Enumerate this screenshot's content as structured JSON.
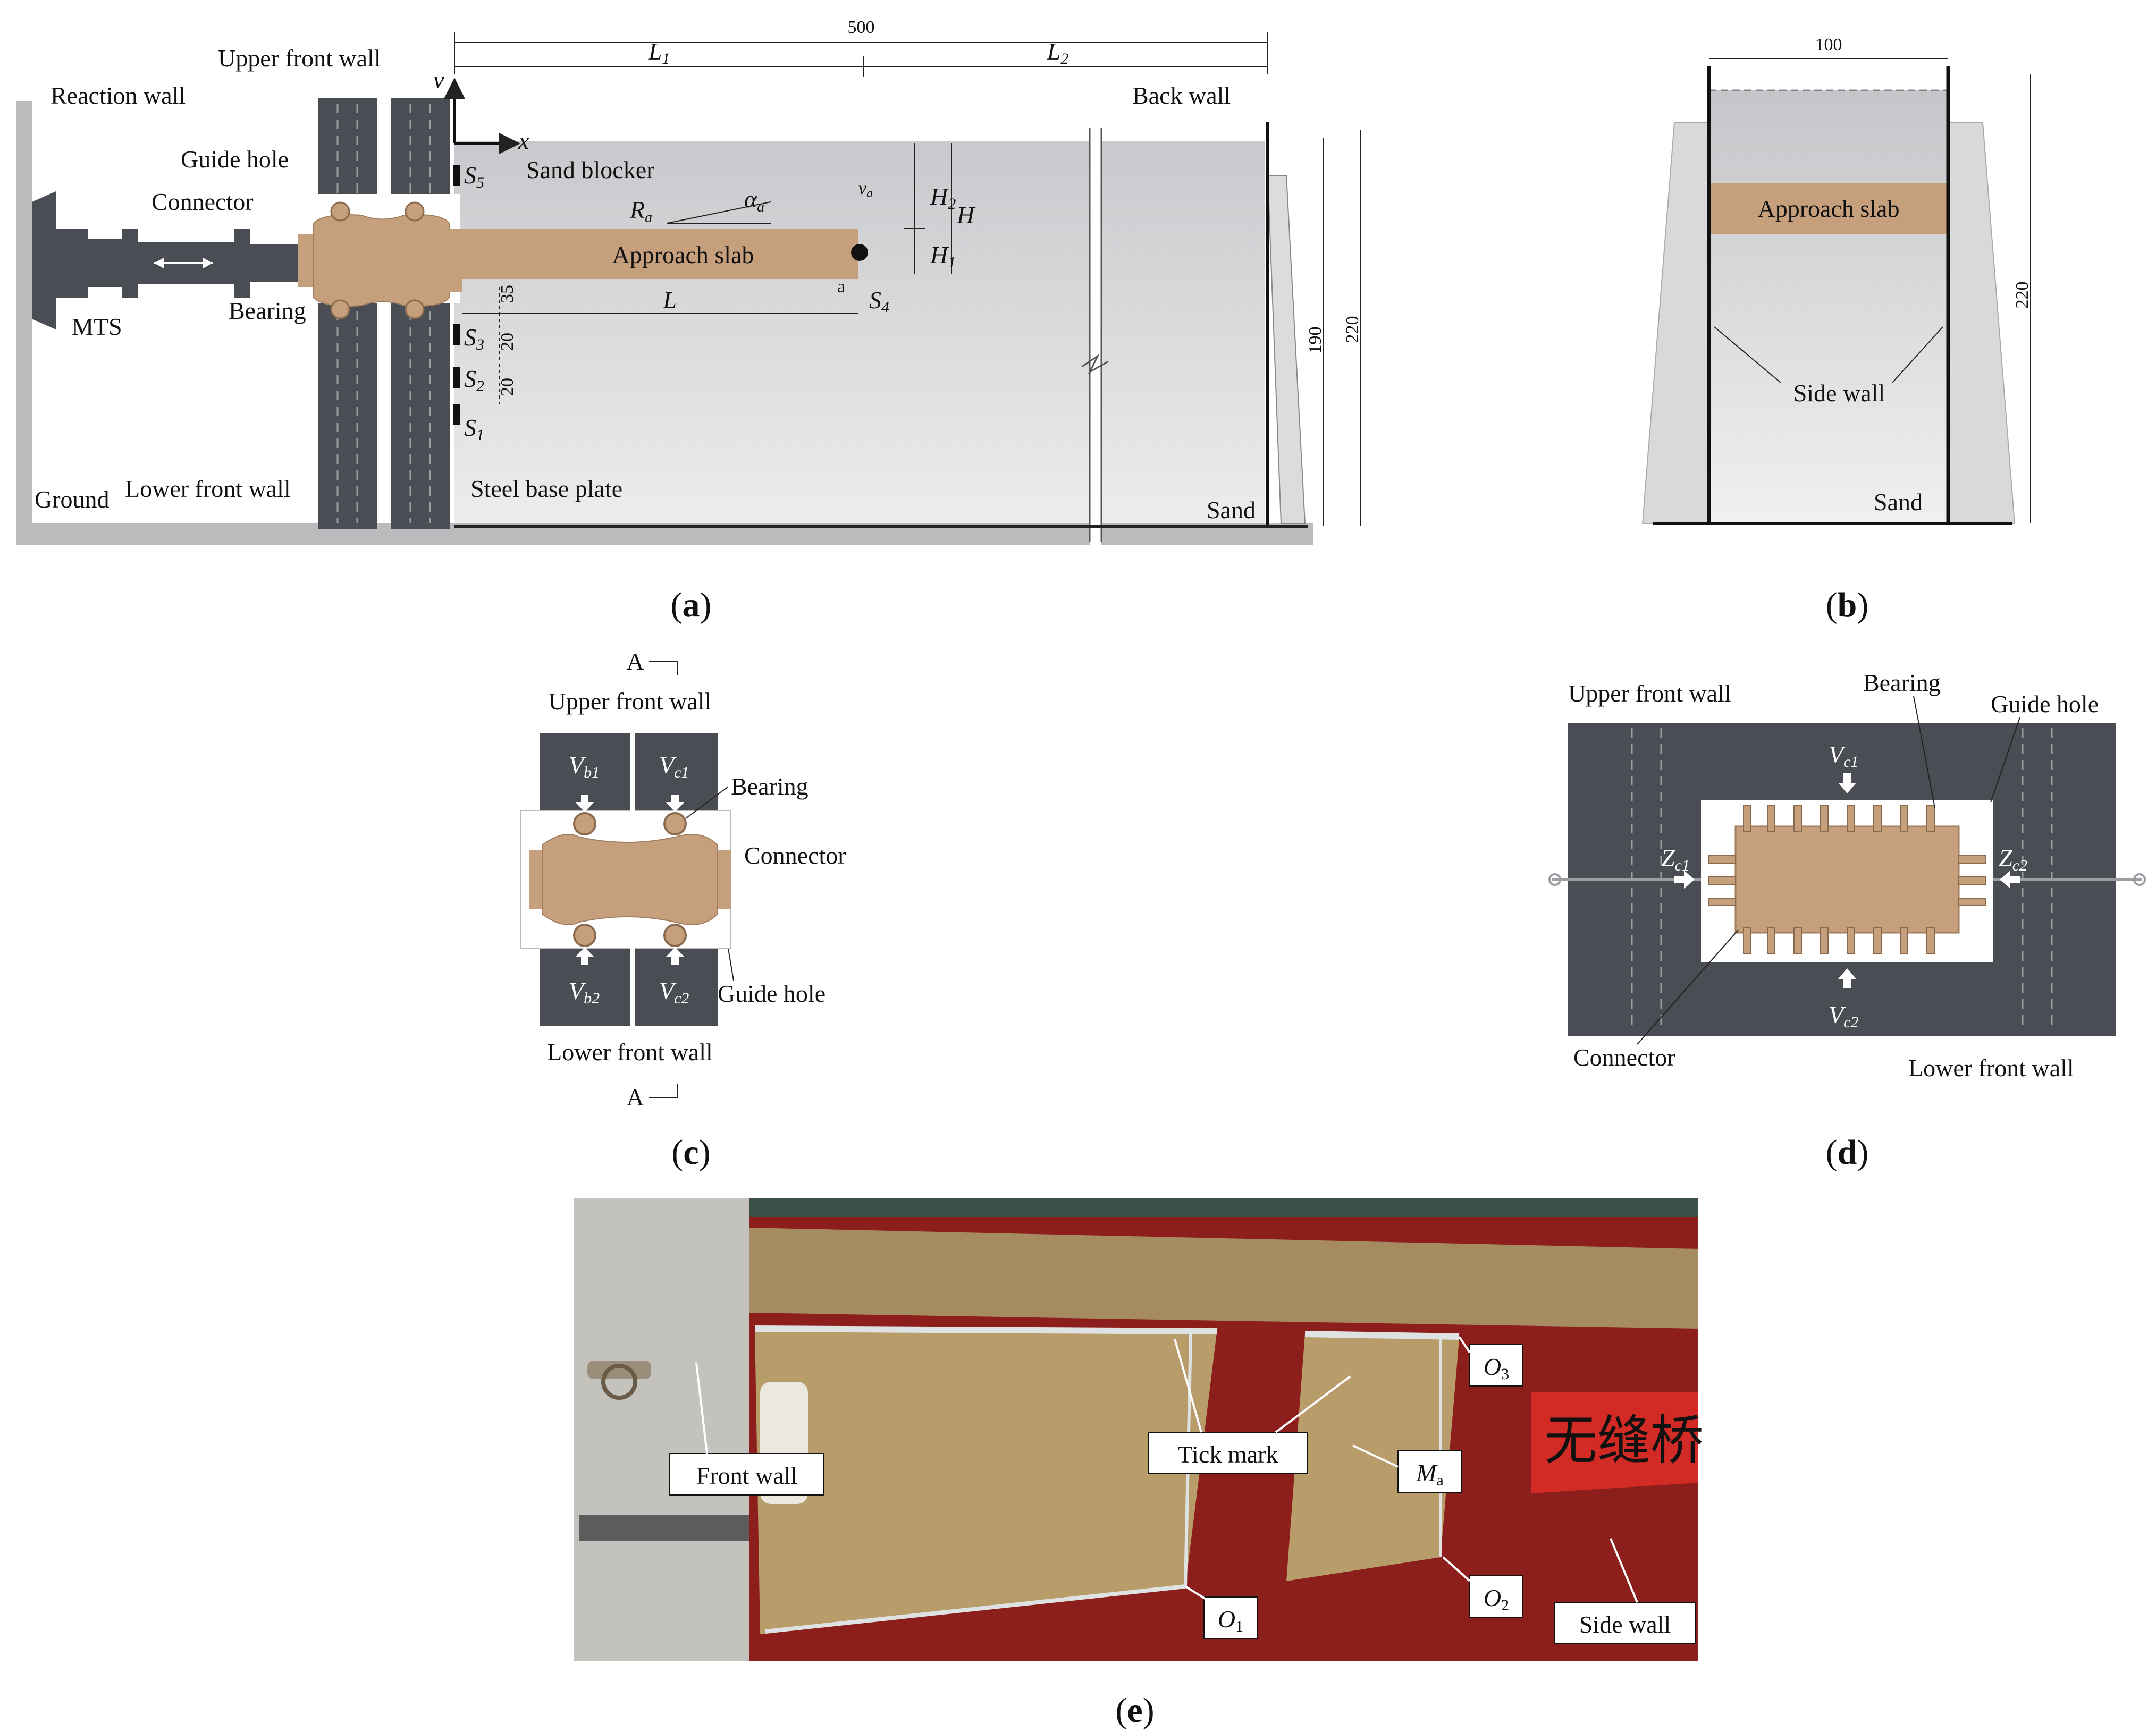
{
  "figure": {
    "panel_a": {
      "caption": "a",
      "labels": {
        "reaction_wall": "Reaction wall",
        "upper_front_wall": "Upper front wall",
        "guide_hole": "Guide hole",
        "connector": "Connector",
        "mts": "MTS",
        "bearing": "Bearing",
        "ground": "Ground",
        "lower_front_wall": "Lower front wall",
        "sand_blocker": "Sand blocker",
        "approach_slab": "Approach slab",
        "steel_base_plate": "Steel base plate",
        "back_wall": "Back wall",
        "sand": "Sand",
        "axis_x": "x",
        "axis_v": "v",
        "ra": "R",
        "ra_sub": "a",
        "alpha": "α",
        "alpha_sub": "a",
        "va": "v",
        "va_sub": "a",
        "point_a": "a"
      },
      "dimensions": {
        "total": "500",
        "l1": "L",
        "l1_sub": "1",
        "l2": "L",
        "l2_sub": "2",
        "l": "L",
        "h": "H",
        "h1": "H",
        "h1_sub": "1",
        "h2": "H",
        "h2_sub": "2",
        "d190": "190",
        "d220": "220",
        "small_dims": [
          "35",
          "20",
          "20"
        ]
      },
      "sensors": [
        {
          "letter": "S",
          "sub": "5"
        },
        {
          "letter": "S",
          "sub": "4"
        },
        {
          "letter": "S",
          "sub": "3"
        },
        {
          "letter": "S",
          "sub": "2"
        },
        {
          "letter": "S",
          "sub": "1"
        }
      ]
    },
    "panel_b": {
      "caption": "b",
      "labels": {
        "approach_slab": "Approach slab",
        "side_wall": "Side wall",
        "sand": "Sand"
      },
      "dimensions": {
        "width": "100",
        "height": "220"
      }
    },
    "panel_c": {
      "caption": "c",
      "labels": {
        "section_a": "A",
        "upper_front_wall": "Upper front wall",
        "bearing": "Bearing",
        "connector": "Connector",
        "guide_hole": "Guide hole",
        "lower_front_wall": "Lower front wall",
        "vb1": "V",
        "vb1_sub": "b1",
        "vc1": "V",
        "vc1_sub": "c1",
        "vb2": "V",
        "vb2_sub": "b2",
        "vc2": "V",
        "vc2_sub": "c2"
      }
    },
    "panel_d": {
      "caption": "d",
      "labels": {
        "upper_front_wall": "Upper front wall",
        "bearing": "Bearing",
        "guide_hole": "Guide hole",
        "connector": "Connector",
        "lower_front_wall": "Lower front wall",
        "vc1": "V",
        "vc1_sub": "c1",
        "vc2": "V",
        "vc2_sub": "c2",
        "zc1": "Z",
        "zc1_sub": "c1",
        "zc2": "Z",
        "zc2_sub": "c2"
      }
    },
    "panel_e": {
      "caption": "e",
      "labels": {
        "front_wall": "Front wall",
        "tick_mark": "Tick mark",
        "ma": "M",
        "ma_sub": "a",
        "o1": "O",
        "o1_sub": "1",
        "o2": "O",
        "o2_sub": "2",
        "o3": "O",
        "o3_sub": "3",
        "side_wall": "Side wall",
        "banner": "无缝桥"
      }
    }
  },
  "colors": {
    "wall_dark": "#4a4e54",
    "slab": "#c6a07c",
    "sand_grey": "#d6d8da",
    "photo_red": "#8c1f1c",
    "photo_sand": "#b89c6a"
  }
}
